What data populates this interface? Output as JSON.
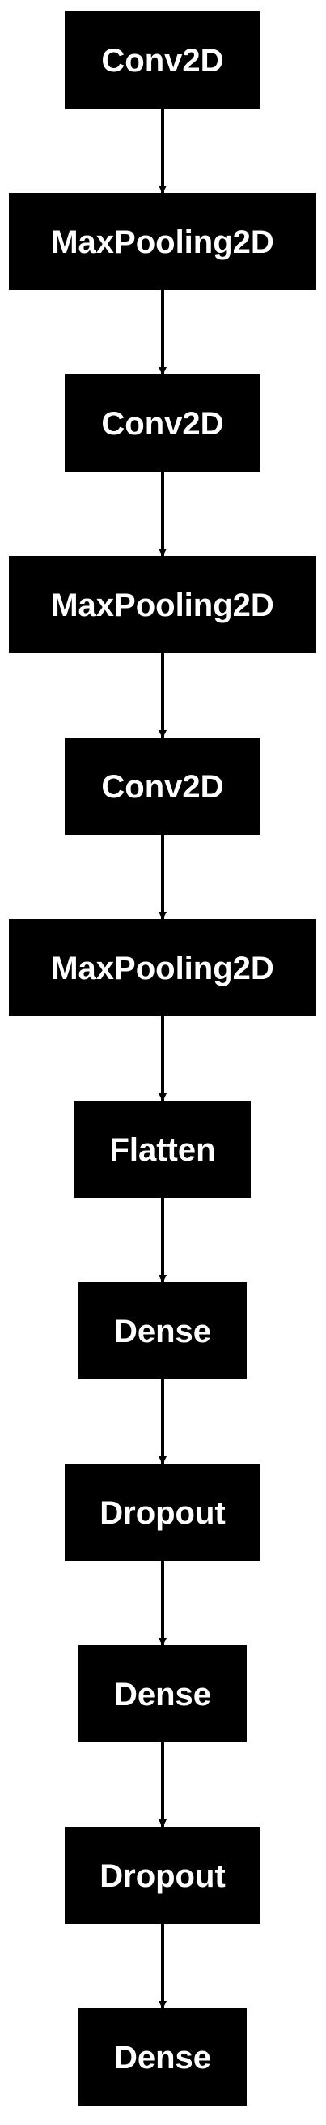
{
  "diagram": {
    "node_fill": "#000000",
    "node_text_color": "#ffffff",
    "edge_color": "#000000",
    "layers": [
      {
        "label": "Conv2D"
      },
      {
        "label": "MaxPooling2D"
      },
      {
        "label": "Conv2D"
      },
      {
        "label": "MaxPooling2D"
      },
      {
        "label": "Conv2D"
      },
      {
        "label": "MaxPooling2D"
      },
      {
        "label": "Flatten"
      },
      {
        "label": "Dense"
      },
      {
        "label": "Dropout"
      },
      {
        "label": "Dense"
      },
      {
        "label": "Dropout"
      },
      {
        "label": "Dense"
      }
    ]
  }
}
